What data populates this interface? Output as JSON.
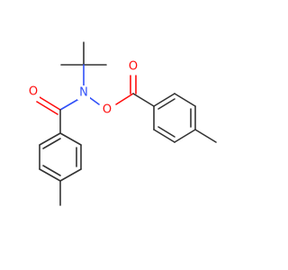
{
  "molecule": {
    "atoms": [
      {
        "id": "o-carbonyl-amide",
        "symbol": "O",
        "color": "#ff0d0d"
      },
      {
        "id": "n-amide",
        "symbol": "N",
        "color": "#3050f8"
      },
      {
        "id": "o-ester-link",
        "symbol": "O",
        "color": "#ff0d0d"
      },
      {
        "id": "o-carbonyl-ester",
        "symbol": "O",
        "color": "#ff0d0d"
      }
    ],
    "bond_color": "#333333"
  }
}
